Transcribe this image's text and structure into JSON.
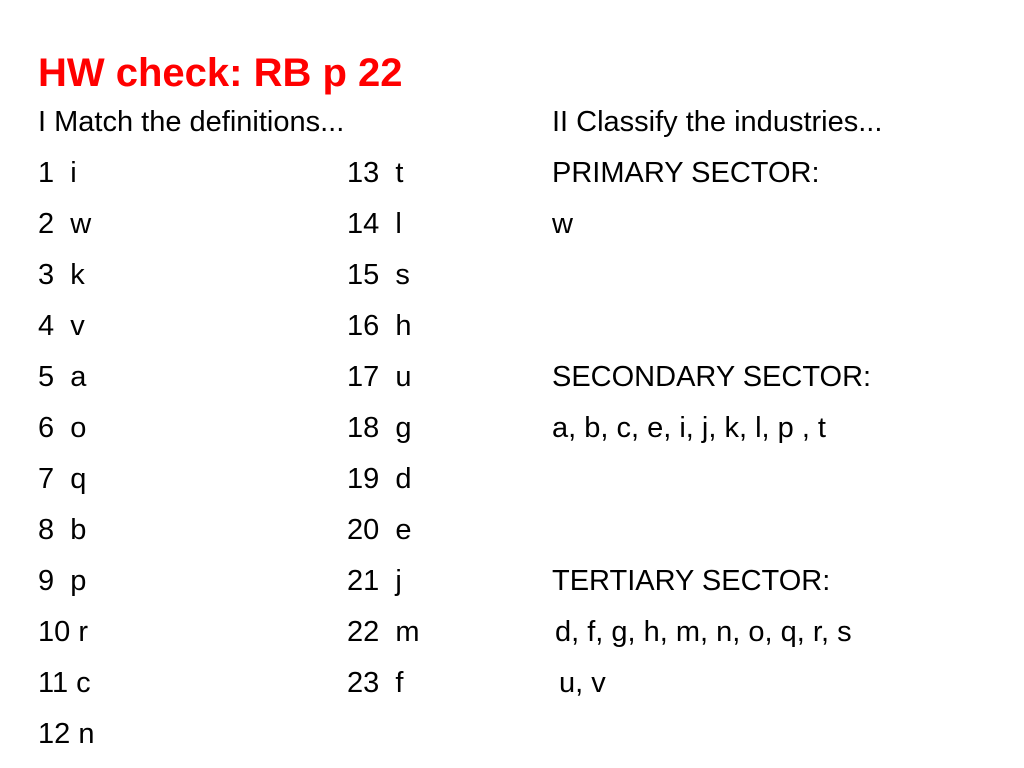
{
  "slide": {
    "title": "HW check: RB p 22",
    "title_color": "#ff0000",
    "part1_heading": "I Match the definitions...",
    "part2_heading": "II Classify the industries...",
    "matches_left": [
      "1  i",
      "2  w",
      "3  k",
      "4  v",
      "5  a",
      "6  o",
      "7  q",
      "8  b",
      "9  p",
      "10 r",
      "11 c",
      "12 n"
    ],
    "matches_right": [
      "13  t",
      "14  l",
      "15  s",
      "16  h",
      "17  u",
      "18  g",
      "19  d",
      "20  e",
      "21  j",
      "22  m",
      "23  f"
    ],
    "primary": {
      "label": "PRIMARY SECTOR:",
      "items": "w"
    },
    "secondary": {
      "label": "SECONDARY SECTOR:",
      "items": "a, b, c, e, i, j, k, l, p , t"
    },
    "tertiary": {
      "label": "TERTIARY SECTOR:",
      "items_line1": "d, f, g, h, m, n, o, q, r, s",
      "items_line2": "u, v"
    }
  }
}
